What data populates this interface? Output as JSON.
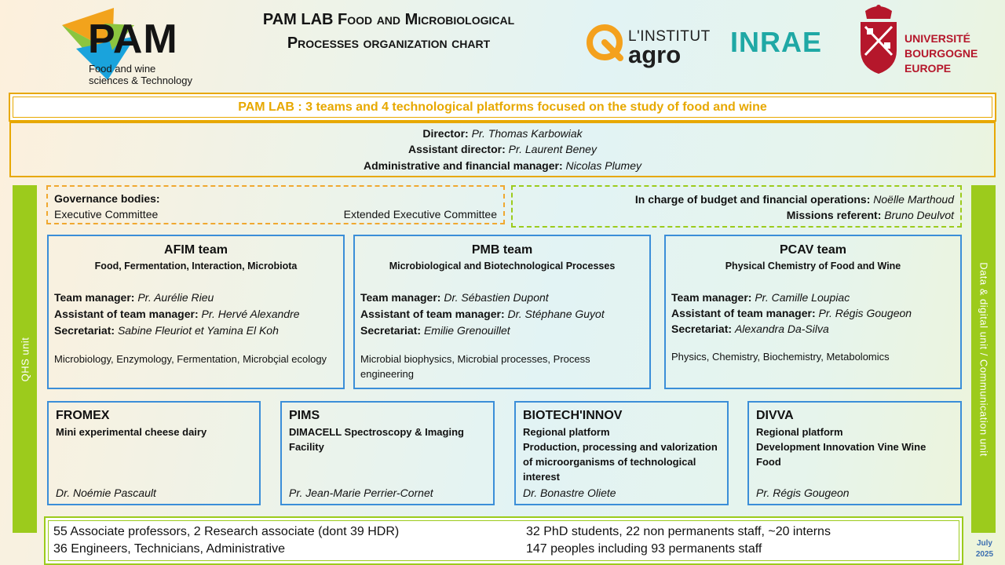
{
  "header": {
    "pam_word": "PAM",
    "pam_subtitle_1": "Food and wine",
    "pam_subtitle_2": "sciences & Technology",
    "title_1": "PAM LAB Food and Microbiological",
    "title_2": "Processes organization chart",
    "agro_line1": "L'INSTITUT",
    "agro_line2": "agro",
    "inrae": "INRAE",
    "ube_1": "UNIVERSITÉ",
    "ube_2": "BOURGOGNE",
    "ube_3": "EUROPE"
  },
  "banner": "PAM LAB : 3 teams and 4 technological platforms focused on the study of food and wine",
  "direction": {
    "director_label": "Director:",
    "director_name": "Pr. Thomas Karbowiak",
    "assistant_label": "Assistant director:",
    "assistant_name": "Pr. Laurent Beney",
    "admin_label": "Administrative and financial manager:",
    "admin_name": "Nicolas Plumey"
  },
  "side": {
    "left": "QHS unit",
    "right": "Data & digital unit / Communication unit"
  },
  "governance": {
    "title": "Governance bodies:",
    "exec": "Executive Committee",
    "extended": "Extended  Executive Committee"
  },
  "budget": {
    "budget_label": "In charge of budget and financial  operations:",
    "budget_name": "Noëlle Marthoud",
    "missions_label": "Missions referent:",
    "missions_name": "Bruno Deulvot"
  },
  "teams": [
    {
      "title": "AFIM team",
      "subtitle": "Food, Fermentation, Interaction, Microbiota",
      "manager_label": "Team manager:",
      "manager": "Pr. Aurélie Rieu",
      "assistant_label": "Assistant of team manager:",
      "assistant": "Pr. Hervé Alexandre",
      "secretariat_label": "Secretariat:",
      "secretariat": "Sabine Fleuriot et Yamina El Koh",
      "topics": "Microbiology,  Enzymology,  Fermentation,  Microbçial ecology"
    },
    {
      "title": "PMB team",
      "subtitle": "Microbiological and Biotechnological Processes",
      "manager_label": "Team manager:",
      "manager": "Dr. Sébastien Dupont",
      "assistant_label": "Assistant of team manager:",
      "assistant": "Dr. Stéphane Guyot",
      "secretariat_label": "Secretariat:",
      "secretariat": "Emilie Grenouillet",
      "topics": "Microbial biophysics, Microbial processes, Process engineering"
    },
    {
      "title": "PCAV team",
      "subtitle": "Physical Chemistry of Food and Wine",
      "manager_label": "Team manager:",
      "manager": "Pr. Camille Loupiac",
      "assistant_label": "Assistant of team manager:",
      "assistant": "Pr. Régis Gougeon",
      "secretariat_label": "Secretariat:",
      "secretariat": "Alexandra Da-Silva",
      "topics": "Physics, Chemistry, Biochemistry,  Metabolomics"
    }
  ],
  "platforms": [
    {
      "title": "FROMEX",
      "line1": "Mini experimental cheese dairy",
      "line2": "",
      "person": "Dr. Noémie Pascault"
    },
    {
      "title": "PIMS",
      "line1": "DIMACELL Spectroscopy & Imaging Facility",
      "line2": "",
      "person": "Pr. Jean-Marie Perrier-Cornet"
    },
    {
      "title": "BIOTECH'INNOV",
      "line1": "Regional platform",
      "line2": "Production, processing and valorization of microorganisms of technological interest",
      "person": "Dr. Bonastre Oliete"
    },
    {
      "title": "DIVVA",
      "line1": "Regional platform",
      "line2": "Development Innovation Vine Wine Food",
      "person": "Pr. Régis Gougeon"
    }
  ],
  "stats": {
    "s1": "55 Associate professors, 2 Research associate (dont 39 HDR)",
    "s2": "36 Engineers, Technicians, Administrative",
    "s3": "32 PhD students, 22 non permanents staff, ~20 interns",
    "s4": "147 peoples including 93 permanents staff"
  },
  "date": {
    "month": "July",
    "year": "2025"
  },
  "colors": {
    "gold": "#e7a800",
    "green": "#9ccb1c",
    "blue": "#3b8ed8",
    "inrae": "#1fa8a5",
    "ube": "#b5172b",
    "agro": "#f4a11d"
  }
}
